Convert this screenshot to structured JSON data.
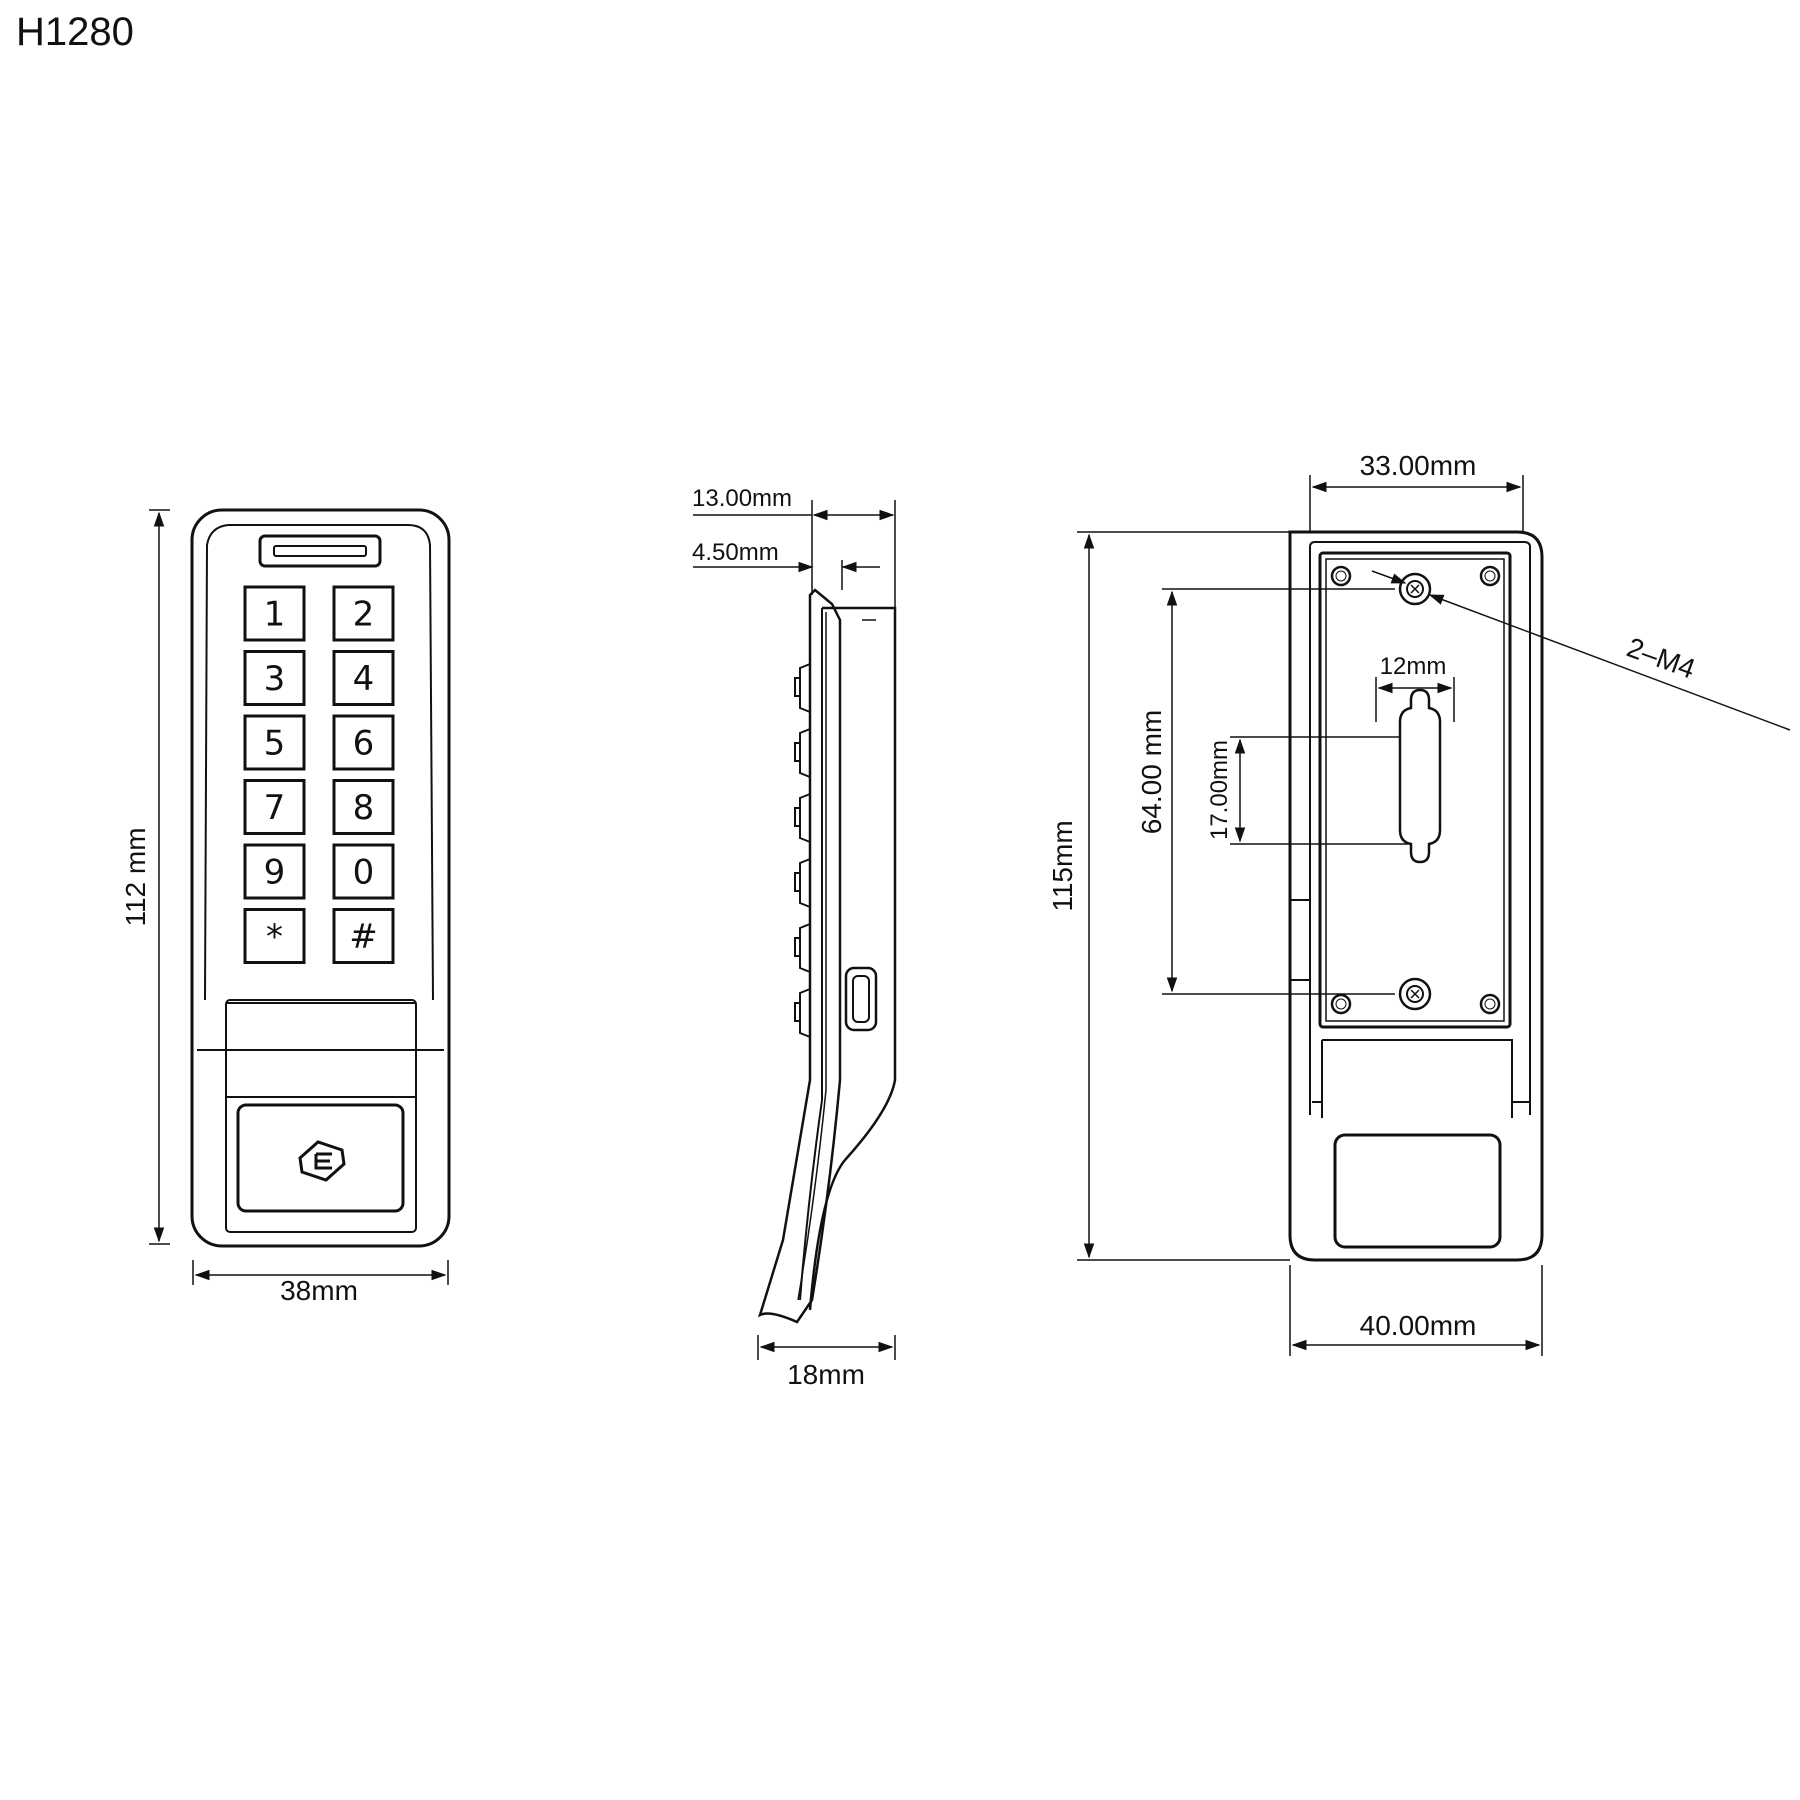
{
  "title": "H1280",
  "front_view": {
    "keys": [
      "1",
      "2",
      "3",
      "4",
      "5",
      "6",
      "7",
      "8",
      "9",
      "0",
      "*",
      "#"
    ],
    "height_label": "112 mm",
    "width_label": "38mm"
  },
  "side_view": {
    "depth_top_label": "13.00mm",
    "depth_lip_label": "4.50mm",
    "depth_bottom_label": "18mm"
  },
  "back_view": {
    "top_width_label": "33.00mm",
    "height_label": "115mm",
    "hole_spacing_label": "64.00 mm",
    "slot_width_label": "12mm",
    "slot_height_label": "17.00mm",
    "screw_label": "2–M4",
    "bottom_width_label": "40.00mm"
  }
}
